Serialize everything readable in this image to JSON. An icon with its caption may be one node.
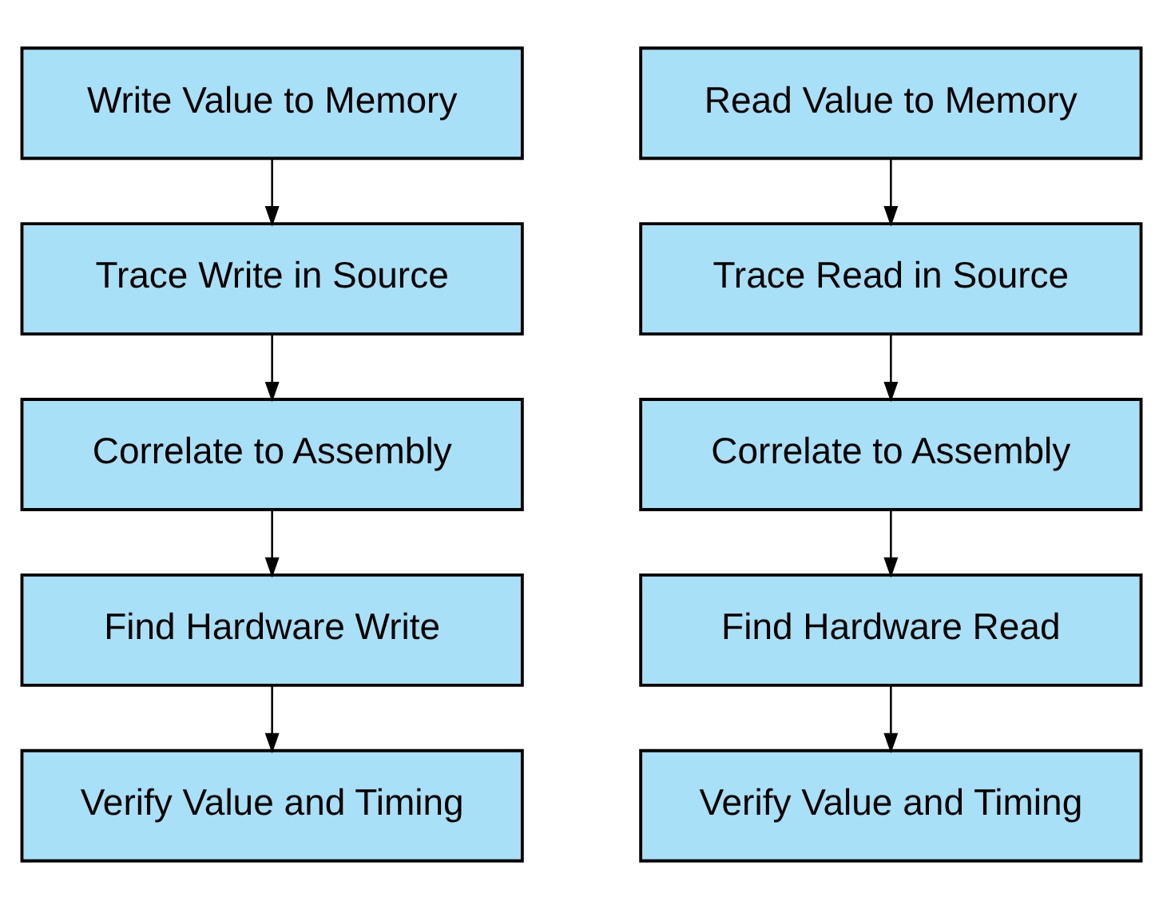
{
  "diagram": {
    "nodes": [
      {
        "text": [
          "Write Value to Memory"
        ]
      },
      {
        "text": [
          "Read Value to Memory"
        ]
      },
      {
        "text": [
          "Trace Write in Source"
        ]
      },
      {
        "text": [
          "Trace Read in Source"
        ]
      },
      {
        "text": [
          "Correlate to Assembly"
        ]
      },
      {
        "text": [
          "Correlate to Assembly"
        ]
      },
      {
        "text": [
          "Find Hardware Write"
        ]
      },
      {
        "text": [
          "Find Hardware Read"
        ]
      },
      {
        "text": [
          "Verify Value and Timing"
        ]
      },
      {
        "text": [
          "Verify Value and Timing"
        ]
      }
    ],
    "edges": [
      {
        "from": 0,
        "to": 2,
        "arrow": "to"
      },
      {
        "from": 2,
        "to": 4,
        "arrow": "to"
      },
      {
        "from": 4,
        "to": 6,
        "arrow": "to"
      },
      {
        "from": 6,
        "to": 8,
        "arrow": "to"
      },
      {
        "from": 1,
        "to": 3,
        "arrow": "to"
      },
      {
        "from": 3,
        "to": 5,
        "arrow": "to"
      },
      {
        "from": 5,
        "to": 7,
        "arrow": "to"
      },
      {
        "from": 7,
        "to": 9,
        "arrow": "to"
      }
    ]
  }
}
